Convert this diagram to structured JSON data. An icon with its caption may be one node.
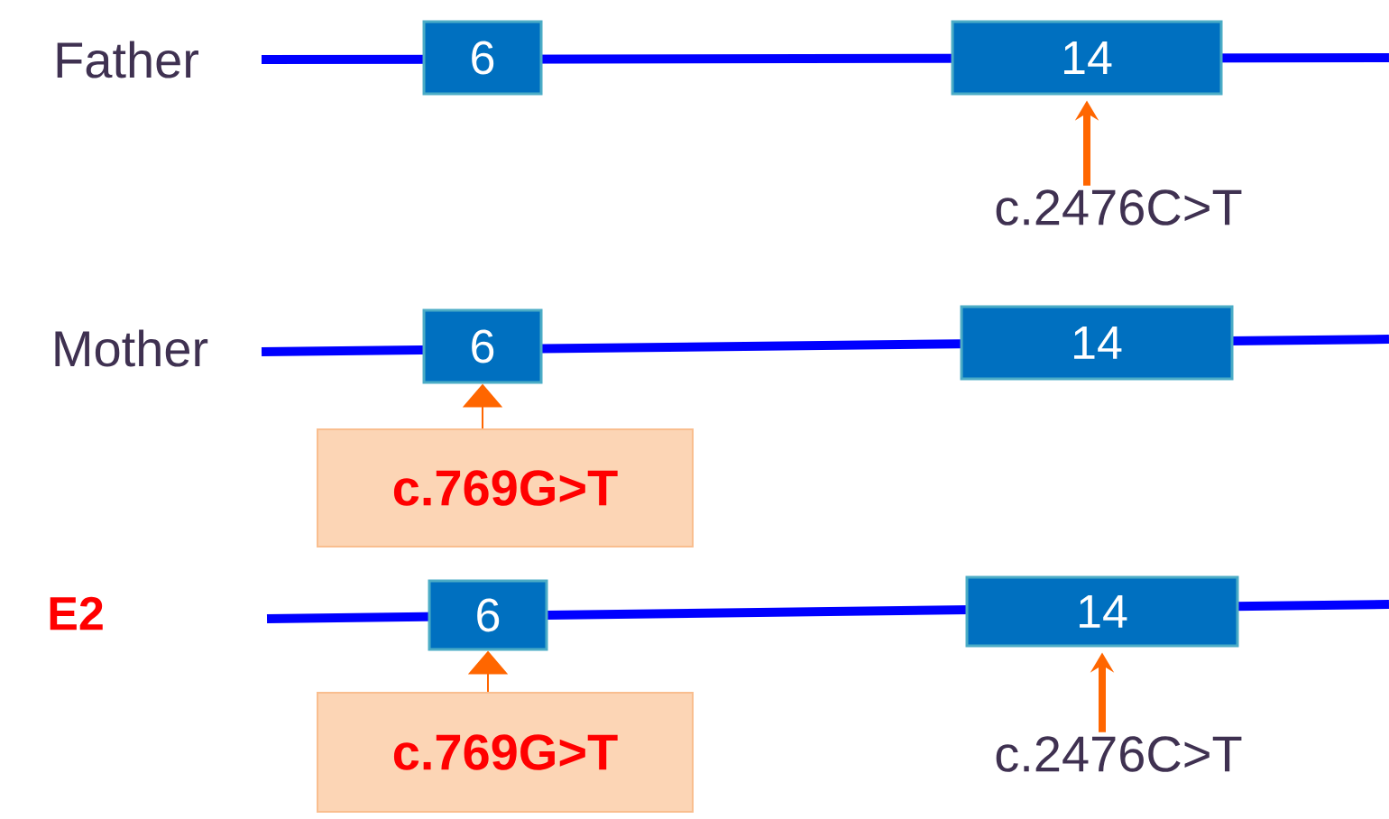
{
  "diagram": {
    "nodes": [
      {
        "text": [
          "6"
        ]
      },
      {
        "text": [
          "14"
        ]
      },
      {
        "text": [
          "c.2476C>T"
        ]
      },
      {
        "text": [
          "6"
        ]
      },
      {
        "text": [
          "14"
        ]
      },
      {
        "text": [
          "c.769G>T"
        ]
      },
      {
        "text": [
          "6"
        ]
      },
      {
        "text": [
          "14"
        ]
      },
      {
        "text": [
          "c.769G>T"
        ]
      },
      {
        "text": [
          "c.2476C>T"
        ]
      }
    ],
    "edges": [
      {
        "from": 2,
        "to": 1,
        "arrow": "to",
        "style": "thick"
      },
      {
        "from": 5,
        "to": 3,
        "arrow": "to"
      },
      {
        "from": 8,
        "to": 6,
        "arrow": "to"
      },
      {
        "from": 9,
        "to": 7,
        "arrow": "to",
        "style": "thick"
      }
    ],
    "labels": [
      "Father",
      "Mother",
      "E2"
    ]
  }
}
